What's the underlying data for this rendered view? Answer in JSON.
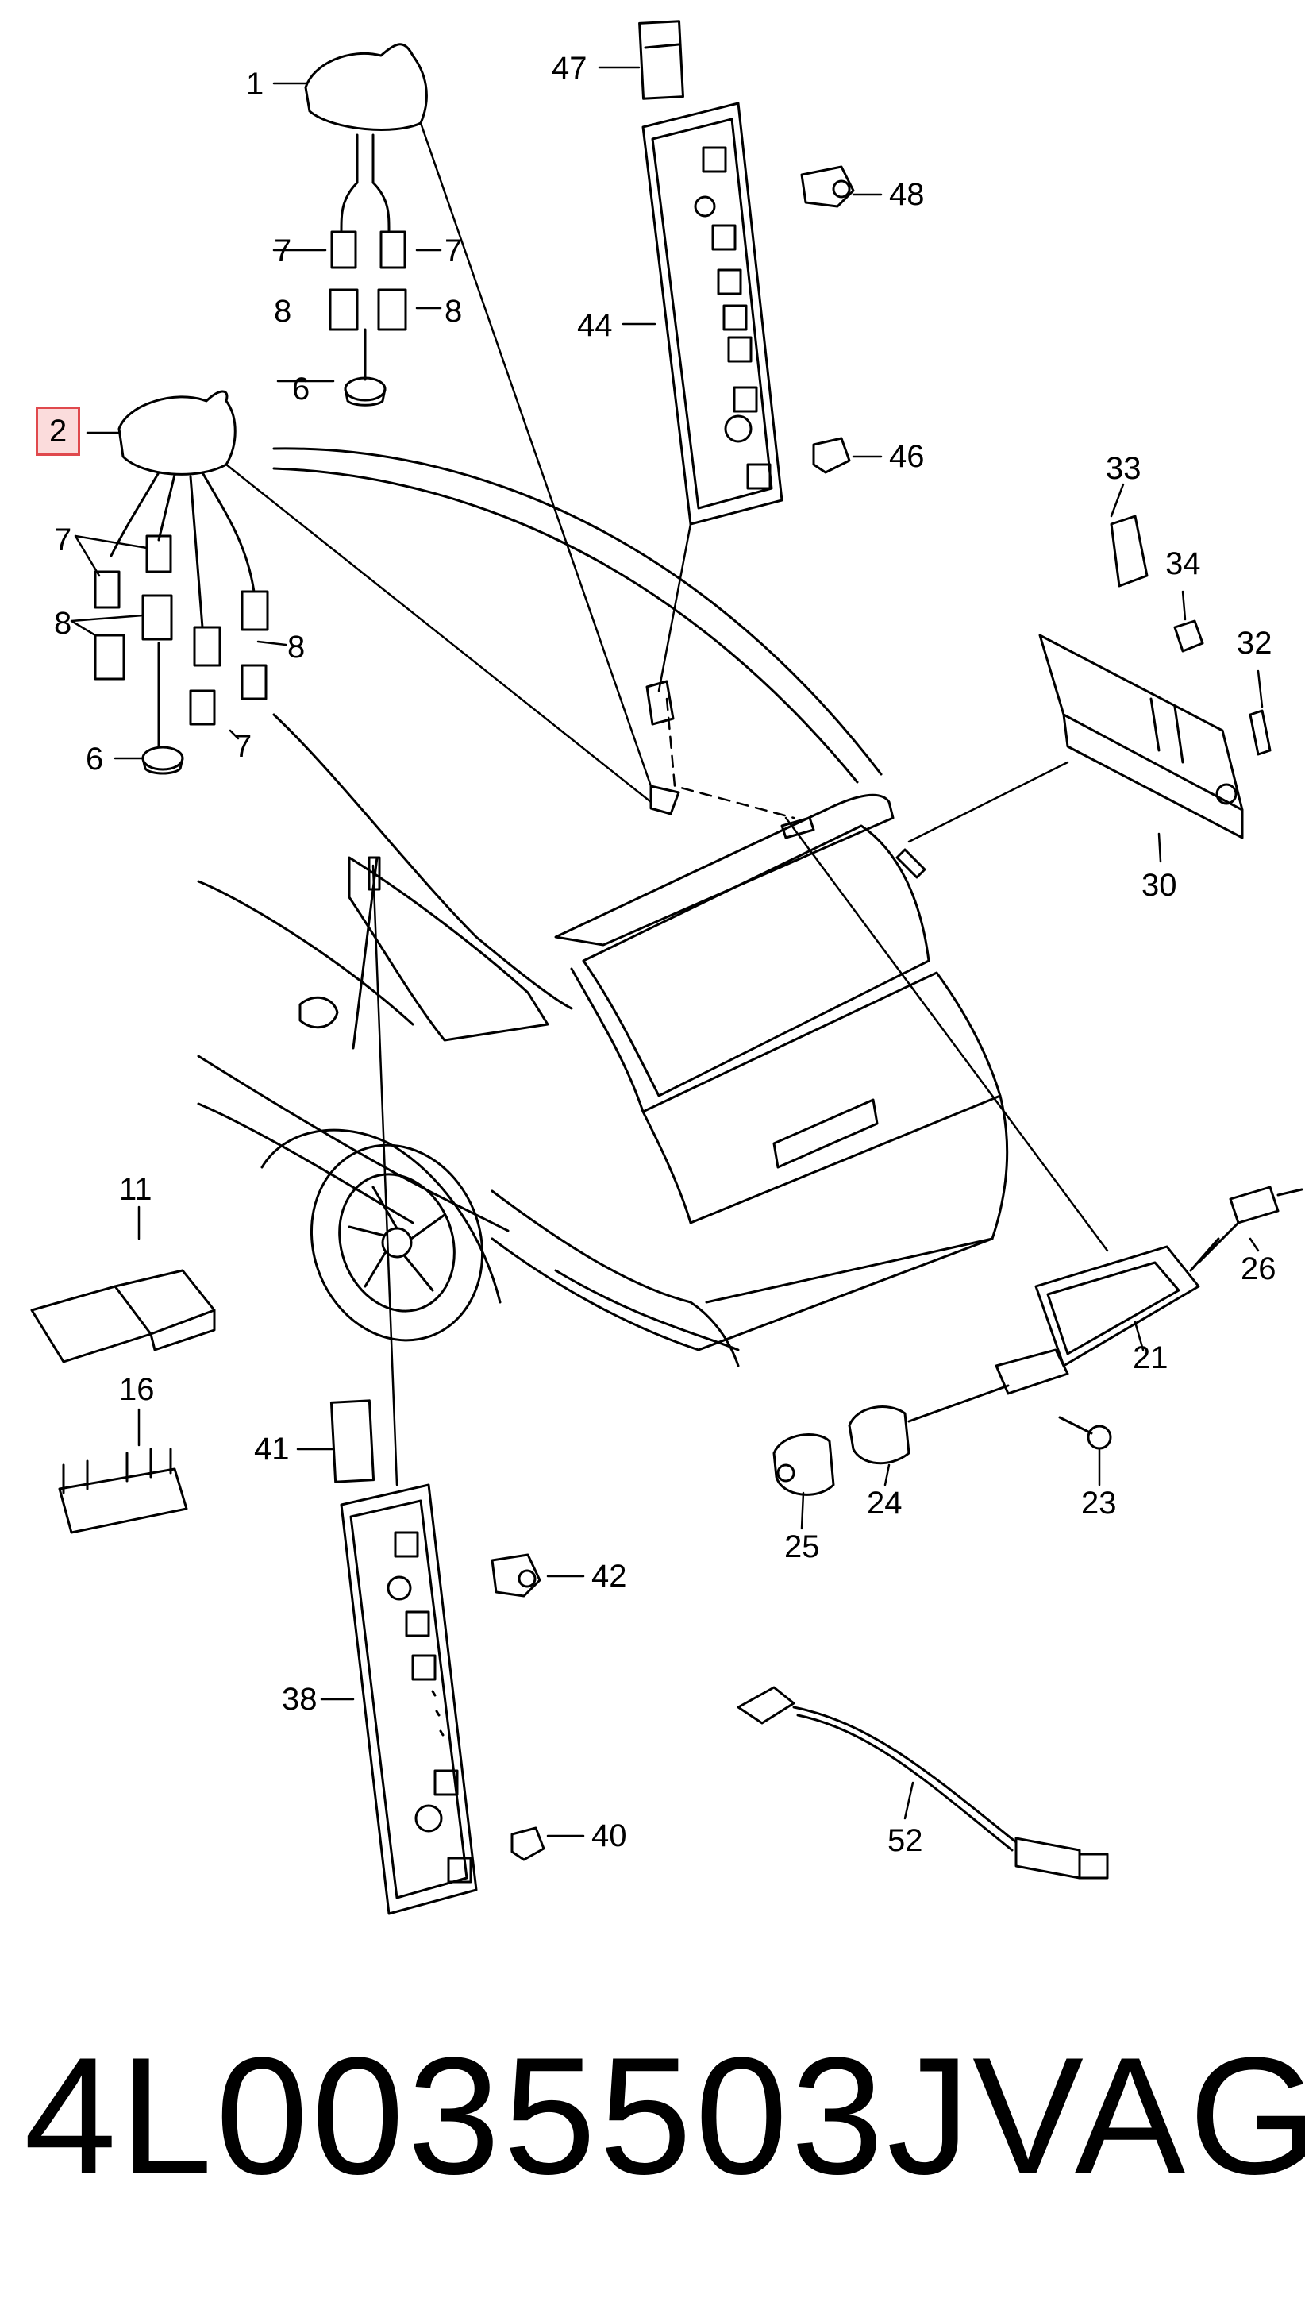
{
  "highlighted_part": "2",
  "highlight_color": "#e0494d",
  "callouts": [
    "1",
    "2",
    "6",
    "6",
    "7",
    "7",
    "7",
    "7",
    "8",
    "8",
    "8",
    "8",
    "11",
    "16",
    "21",
    "23",
    "24",
    "25",
    "26",
    "30",
    "32",
    "33",
    "34",
    "38",
    "40",
    "41",
    "42",
    "44",
    "46",
    "47",
    "48",
    "52"
  ],
  "footer": {
    "part_number": "4L0035503J",
    "brand": "VAG"
  }
}
